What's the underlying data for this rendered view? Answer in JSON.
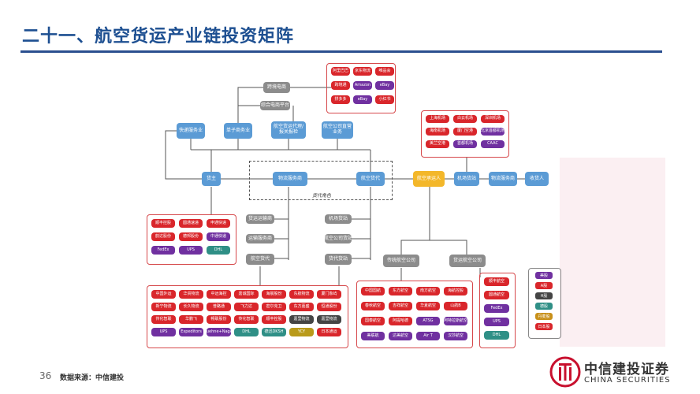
{
  "header": {
    "title": "二十一、航空货运产业链投资矩阵"
  },
  "footer": {
    "page_number": "36",
    "source": "数据来源：中信建投"
  },
  "logo": {
    "cn": "中信建投证券",
    "en": "CHINA SECURITIES"
  },
  "diagram": {
    "dashed_label": "货代角色",
    "nodes": {
      "cross_border": "跨境电商",
      "integrated_platform": "综合电商平台",
      "logistics_platform": "快递服务业",
      "single_platform": "单子商务业",
      "air_cargo_agent": "航空货运代理/报关报检",
      "airline_direct": "航空公司直营业务",
      "shipper": "货主",
      "logistics_provider": "物流服务商",
      "freight_forwarder": "航空货代",
      "air_carrier": "航空承运人",
      "airport_cargo": "机场货站",
      "ground_agent": "物流服务商",
      "consignee": "收货人",
      "freight_transport": "货运运输商",
      "transport_service": "运输服务商",
      "air_logistics": "航空货代",
      "ground_handling": "机场货站",
      "air_company_cargo": "航空公司货站",
      "cargo_deliver": "货代货站",
      "traditional_airline": "传统航空公司",
      "cargo_airline": "货运航空公司"
    },
    "top_panel": [
      {
        "label": "阿里巴巴",
        "color": "red"
      },
      {
        "label": "京东物流",
        "color": "red"
      },
      {
        "label": "唯品会",
        "color": "red"
      },
      {
        "label": "跨境通",
        "color": "red"
      },
      {
        "label": "Amazon",
        "color": "purple"
      },
      {
        "label": "eBay",
        "color": "purple"
      },
      {
        "label": "拼多多",
        "color": "red"
      },
      {
        "label": "eBay",
        "color": "purple"
      },
      {
        "label": "小红书",
        "color": "red"
      }
    ],
    "airport_panel": [
      {
        "label": "上海机场",
        "color": "red"
      },
      {
        "label": "白云机场",
        "color": "red"
      },
      {
        "label": "深圳机场",
        "color": "red"
      },
      {
        "label": "海南机场",
        "color": "red"
      },
      {
        "label": "厦门空港",
        "color": "red"
      },
      {
        "label": "北京首都机场",
        "color": "purple"
      },
      {
        "label": "美兰空港",
        "color": "red"
      },
      {
        "label": "首都机场",
        "color": "purple"
      },
      {
        "label": "CAAC",
        "color": "purple"
      }
    ],
    "left_panel": [
      {
        "label": "顺丰控股",
        "color": "red"
      },
      {
        "label": "圆通速递",
        "color": "red"
      },
      {
        "label": "申通快递",
        "color": "red"
      },
      {
        "label": "韵达股份",
        "color": "red"
      },
      {
        "label": "德邦股份",
        "color": "red"
      },
      {
        "label": "中通快递",
        "color": "purple"
      },
      {
        "label": "FedEx",
        "color": "purple"
      },
      {
        "label": "UPS",
        "color": "purple"
      },
      {
        "label": "DHL",
        "color": "teal"
      }
    ],
    "bottom_panel": [
      {
        "label": "中国外运",
        "color": "red"
      },
      {
        "label": "华贸物流",
        "color": "red"
      },
      {
        "label": "中远海控",
        "color": "red"
      },
      {
        "label": "嘉诚国际",
        "color": "red"
      },
      {
        "label": "海晨股份",
        "color": "red"
      },
      {
        "label": "东航物流",
        "color": "red"
      },
      {
        "label": "厦门象屿",
        "color": "red"
      },
      {
        "label": "新宁物流",
        "color": "red"
      },
      {
        "label": "长久物流",
        "color": "red"
      },
      {
        "label": "普路通",
        "color": "red"
      },
      {
        "label": "飞力达",
        "color": "red"
      },
      {
        "label": "密尔克卫",
        "color": "red"
      },
      {
        "label": "东方嘉盛",
        "color": "red"
      },
      {
        "label": "恒通股份",
        "color": "red"
      },
      {
        "label": "传化智联",
        "color": "red"
      },
      {
        "label": "华鹏飞",
        "color": "red"
      },
      {
        "label": "畅联股份",
        "color": "red"
      },
      {
        "label": "传化智联",
        "color": "red"
      },
      {
        "label": "顺丰控股",
        "color": "red"
      },
      {
        "label": "嘉里物流",
        "color": "dgray"
      },
      {
        "label": "嘉里物流",
        "color": "dgray"
      },
      {
        "label": "UPS",
        "color": "purple"
      },
      {
        "label": "Expeditors",
        "color": "purple"
      },
      {
        "label": "Kuehne+Nagel",
        "color": "purple"
      },
      {
        "label": "DHL",
        "color": "teal"
      },
      {
        "label": "德迅DKSH",
        "color": "teal"
      },
      {
        "label": "YCY",
        "color": "olive"
      },
      {
        "label": "日本通运",
        "color": "red"
      }
    ],
    "airline_panel": [
      {
        "label": "中国国航",
        "color": "red"
      },
      {
        "label": "东方航空",
        "color": "red"
      },
      {
        "label": "南方航空",
        "color": "red"
      },
      {
        "label": "海航控股",
        "color": "red"
      },
      {
        "label": "春秋航空",
        "color": "red"
      },
      {
        "label": "吉祥航空",
        "color": "red"
      },
      {
        "label": "华夏航空",
        "color": "red"
      },
      {
        "label": "山航B",
        "color": "red"
      },
      {
        "label": "国泰航空",
        "color": "red"
      },
      {
        "label": "阿提哈德",
        "color": "red"
      },
      {
        "label": "ATSG",
        "color": "purple"
      },
      {
        "label": "阿特拉斯航空",
        "color": "purple"
      },
      {
        "label": "美联航",
        "color": "purple"
      },
      {
        "label": "达美航空",
        "color": "purple"
      },
      {
        "label": "Air T",
        "color": "purple"
      },
      {
        "label": "汉莎航空",
        "color": "purple"
      }
    ],
    "cargo_panel": [
      {
        "label": "顺丰航空",
        "color": "red"
      },
      {
        "label": "圆通航空",
        "color": "red"
      },
      {
        "label": "FedEx",
        "color": "purple"
      },
      {
        "label": "UPS",
        "color": "purple"
      },
      {
        "label": "DHL",
        "color": "teal"
      }
    ],
    "legend": [
      {
        "label": "美股",
        "color": "purple"
      },
      {
        "label": "A股",
        "color": "red"
      },
      {
        "label": "H股",
        "color": "dgray"
      },
      {
        "label": "德股",
        "color": "teal"
      },
      {
        "label": "丹麦股",
        "color": "ub"
      },
      {
        "label": "日本股",
        "color": "red"
      }
    ]
  }
}
